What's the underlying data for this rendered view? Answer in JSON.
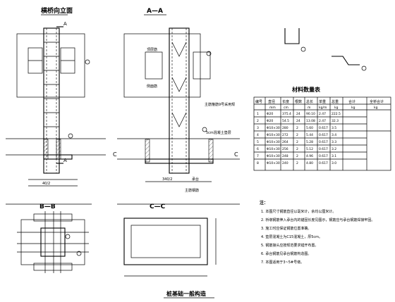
{
  "views": {
    "elevation": {
      "title": "横桥向立面",
      "mark": "A"
    },
    "section_aa": {
      "title": "A—A",
      "labels": [
        "顶层筋",
        "侧面筋"
      ]
    },
    "section_bb": {
      "title": "B—B"
    },
    "section_cc": {
      "title": "C—C"
    }
  },
  "annotations": {
    "main_reinforcement": "主筋箍筋9号采用规",
    "bottom_plate": "5cm混凝土垫层",
    "main_bar_label": "主筋钢筋",
    "cap_label": "承台",
    "side_label": "C",
    "dimension_a": "40/2",
    "dimension_b": "340/2"
  },
  "table": {
    "title": "材料数量表",
    "headers": [
      "编号",
      "直径",
      "长度",
      "根数",
      "总长",
      "单重",
      "总重",
      "合计",
      "全桥合计"
    ],
    "units": [
      "",
      "mm",
      "cm",
      "",
      "m",
      "kg/m",
      "kg",
      "kg",
      "kg"
    ],
    "rows": [
      [
        "1",
        "Φ20",
        "375.4",
        "24",
        "90.10",
        "2.47",
        "222.5",
        "",
        ""
      ],
      [
        "2",
        "Φ20",
        "54.5",
        "24",
        "13.08",
        "2.47",
        "32.3",
        "",
        ""
      ],
      [
        "3",
        "Φ10×30",
        "280",
        "2",
        "5.60",
        "0.617",
        "3.5",
        "",
        ""
      ],
      [
        "4",
        "Φ10×30",
        "272",
        "2",
        "5.44",
        "0.617",
        "3.4",
        "",
        ""
      ],
      [
        "5",
        "Φ10×30",
        "264",
        "2",
        "5.28",
        "0.617",
        "3.3",
        "",
        ""
      ],
      [
        "6",
        "Φ10×30",
        "256",
        "2",
        "5.12",
        "0.617",
        "3.2",
        "",
        ""
      ],
      [
        "7",
        "Φ10×30",
        "248",
        "2",
        "4.96",
        "0.617",
        "3.1",
        "",
        ""
      ],
      [
        "8",
        "Φ10×30",
        "240",
        "2",
        "4.80",
        "0.617",
        "3.0",
        "",
        ""
      ]
    ]
  },
  "notes": {
    "heading": "注：",
    "items": [
      "1. 本图尺寸钢筋直径以毫米计，余均以厘米计。",
      "2. 桥墩钢筋伸入承台内的锚固长度见图示，钢筋应与承台钢筋焊接牢固。",
      "3. 施工时应保证钢筋位置准确。",
      "4. 垫层混凝土为C15混凝土，厚5cm。",
      "5. 钢筋接头应按规范要求错开布置。",
      "6. 承台钢筋见承台钢筋构造图。",
      "7. 本图适用于3~5#号墩。"
    ]
  },
  "footer": {
    "title": "桩基础一般构造"
  }
}
